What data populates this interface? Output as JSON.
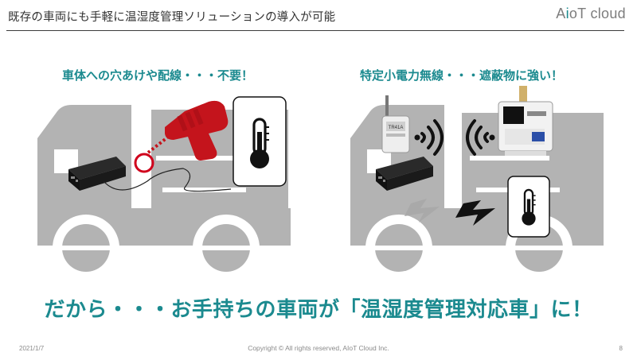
{
  "slide": {
    "title": "既存の車両にも手軽に温湿度管理ソリューションの導入が可能",
    "logo": {
      "prefix": "A",
      "accent": "i",
      "rest": "oT cloud"
    }
  },
  "panels": {
    "left": {
      "heading": "車体への穴あけや配線・・・不要！"
    },
    "right": {
      "heading": "特定小電力無線・・・遮蔽物に強い！",
      "device_label": "TR41A"
    }
  },
  "tagline": "だから・・・お手持ちの車両が「温湿度管理対応車」に！",
  "footer": {
    "date": "2021/1/7",
    "copyright": "Copyright © All rights reserved, AIoT Cloud Inc.",
    "page": "8"
  },
  "colors": {
    "accent": "#1b8a8f",
    "truck": "#b3b3b3",
    "drill": "#c4141c",
    "warning_circle": "#d0001c"
  },
  "icons": [
    "thermometer-icon",
    "wifi-signal-icon",
    "lightning-bolt-icon",
    "drill-icon",
    "battery-pack-icon"
  ]
}
